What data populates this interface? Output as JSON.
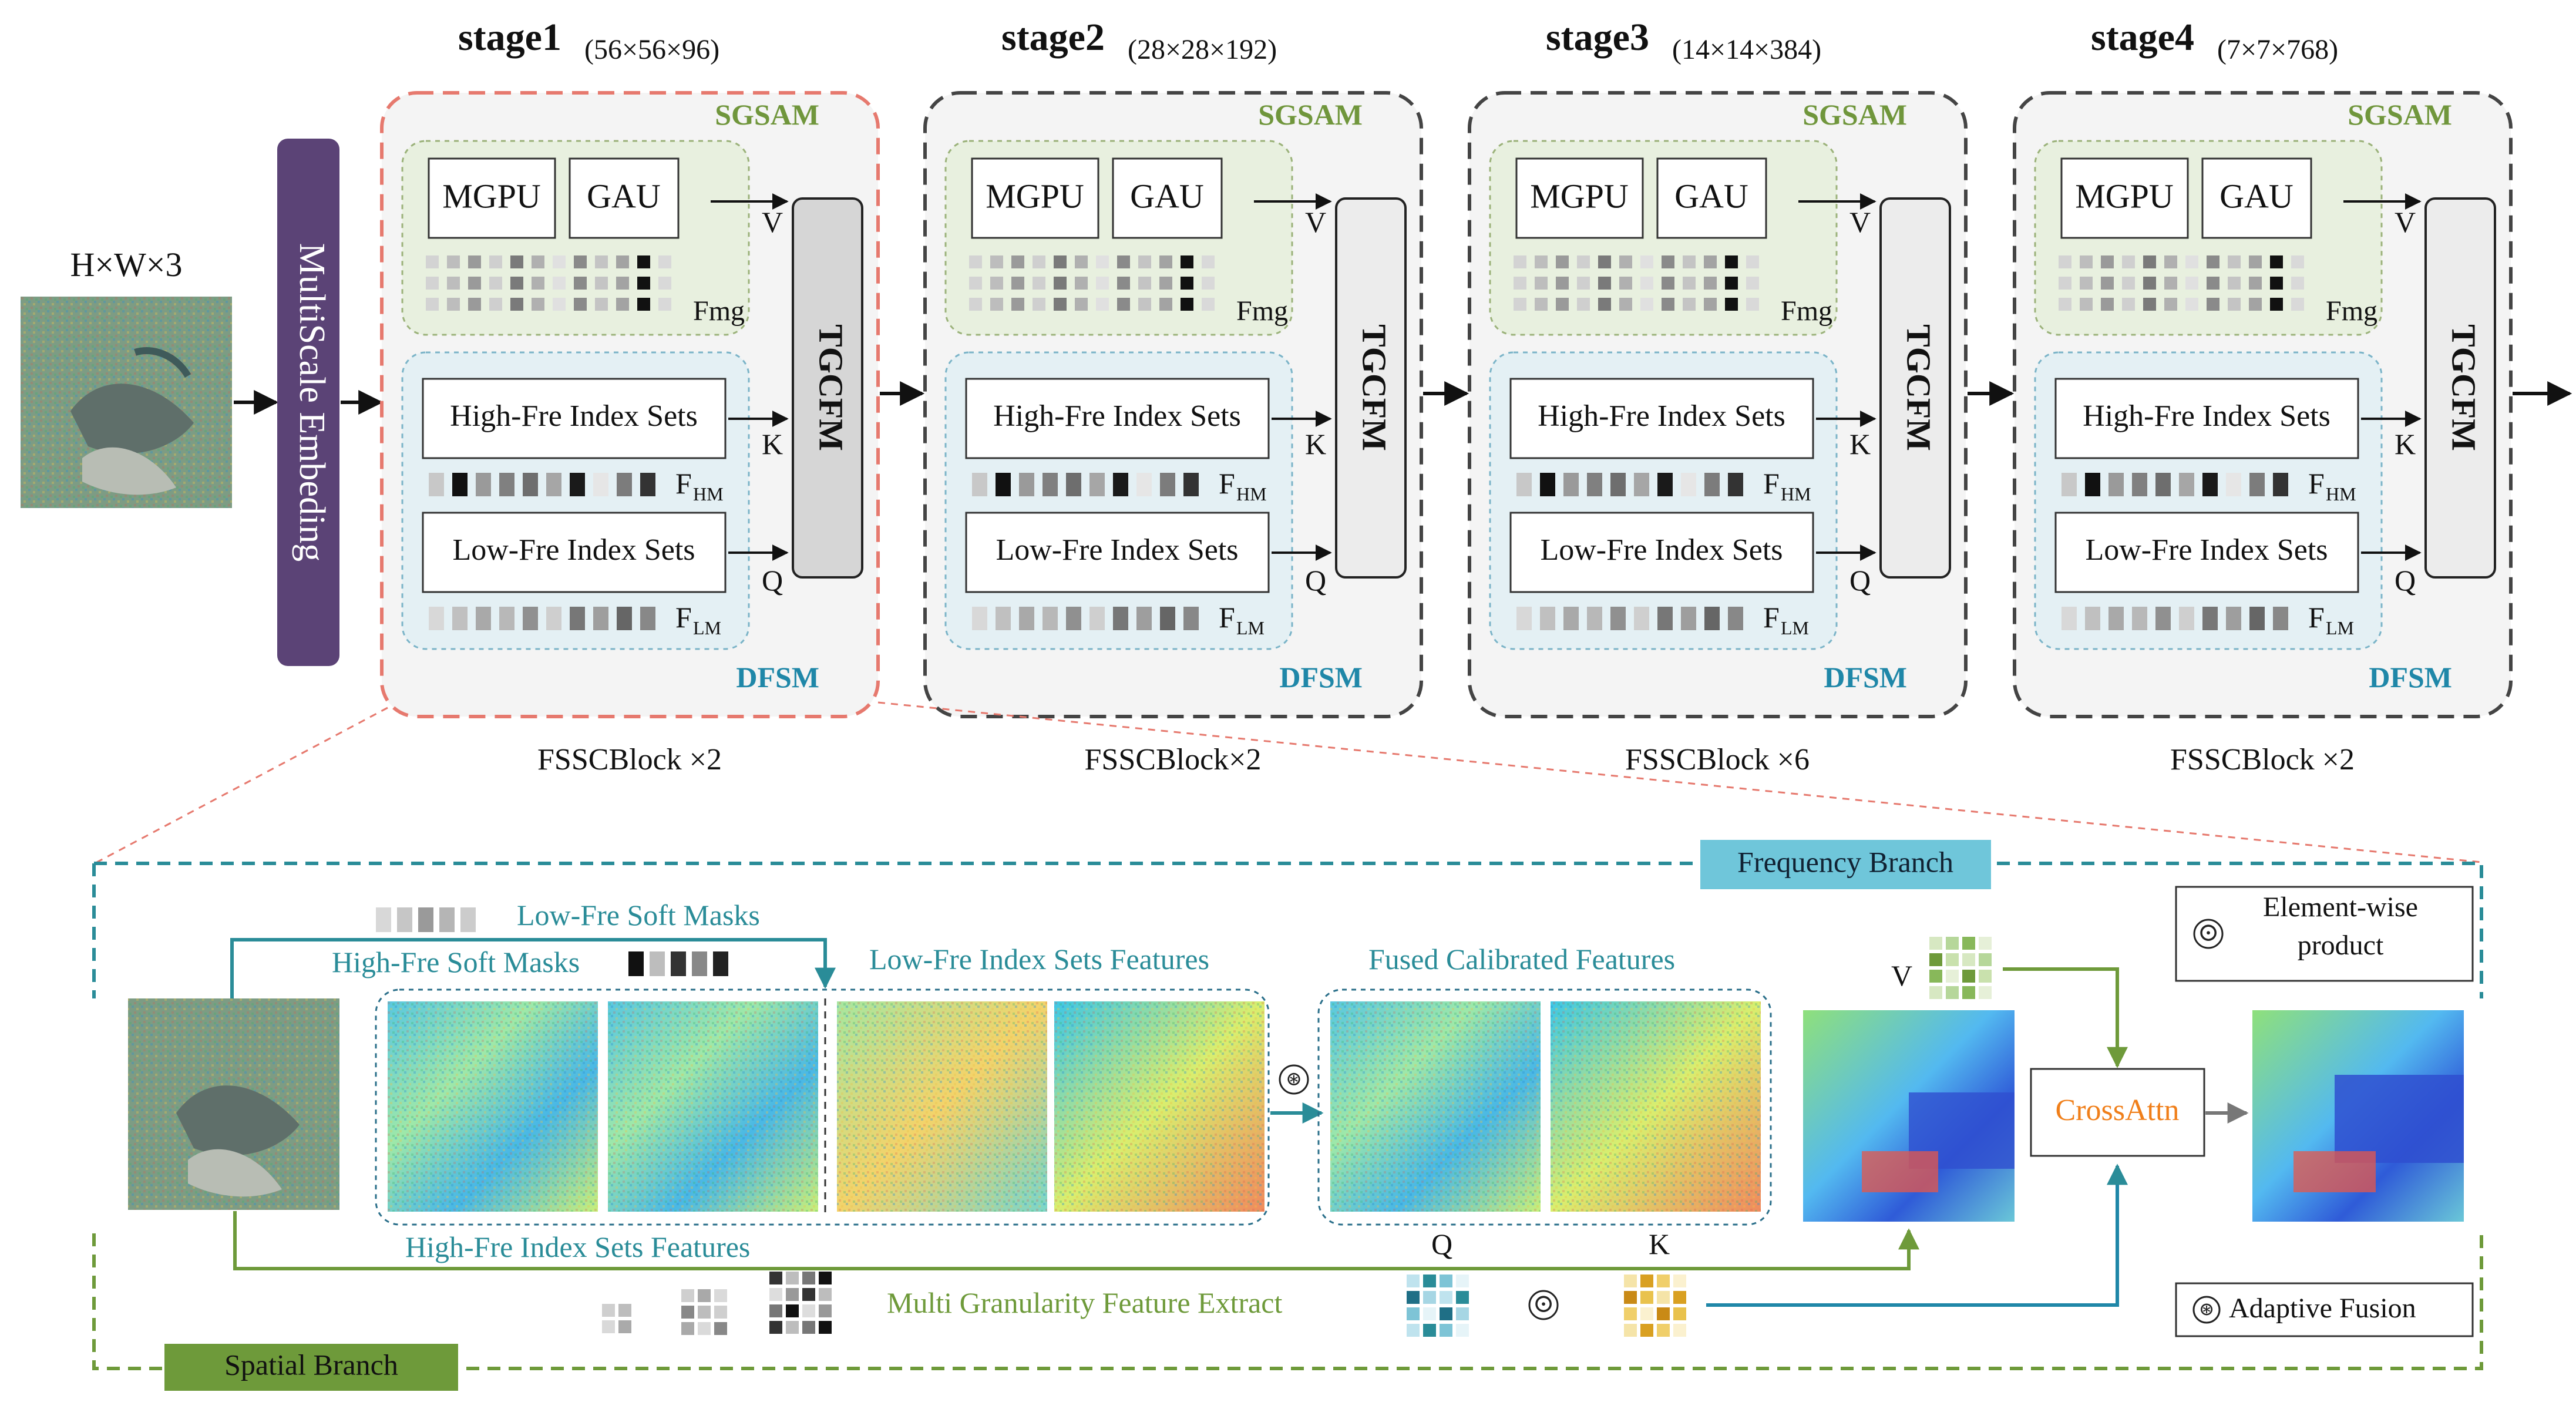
{
  "input": {
    "dims": "H×W×3"
  },
  "embed": {
    "label": "MultiScale Embeding"
  },
  "stages": [
    {
      "title": "stage1",
      "shape": "(56×56×96)",
      "block": "FSSCBlock ×2"
    },
    {
      "title": "stage2",
      "shape": "(28×28×192)",
      "block": "FSSCBlock×2"
    },
    {
      "title": "stage3",
      "shape": "(14×14×384)",
      "block": "FSSCBlock ×6"
    },
    {
      "title": "stage4",
      "shape": "(7×7×768)",
      "block": "FSSCBlock ×2"
    }
  ],
  "stage_parts": {
    "sgsam": "SGSAM",
    "dfsm": "DFSM",
    "mgpu": "MGPU",
    "gau": "GAU",
    "tgcfm": "TGCFM",
    "high_fre": "High-Fre Index Sets",
    "low_fre": "Low-Fre Index Sets",
    "v": "V",
    "k": "K",
    "q": "Q",
    "fmg": "Fmg",
    "fhm": "F",
    "fhm_sub": "HM",
    "flm": "F",
    "flm_sub": "LM"
  },
  "detail": {
    "frequency_branch": "Frequency Branch",
    "spatial_branch": "Spatial Branch",
    "low_soft_masks": "Low-Fre Soft Masks",
    "high_soft_masks": "High-Fre Soft Masks",
    "low_index_features": "Low-Fre Index Sets Features",
    "fused_features": "Fused Calibrated Features",
    "high_index_features": "High-Fre Index Sets Features",
    "multi_granularity": "Multi Granularity Feature Extract",
    "crossattn": "CrossAttn",
    "v": "V",
    "q": "Q",
    "k": "K",
    "legend_elementwise": "Element-wise product",
    "legend_elementwise_1": "Element-wise",
    "legend_elementwise_2": "product",
    "legend_adaptive": "Adaptive Fusion",
    "odot": "⊙",
    "ast": "⊛"
  },
  "colors": {
    "sgsam_green": "#70963c",
    "dfsm_blue": "#1f87a8",
    "embed_purple": "#5b4376",
    "stage1_border": "#e6796e",
    "freq_teal": "#2a8c98",
    "spatial_green": "#6e9a3a",
    "cross_orange": "#f07f1a",
    "banner_blue": "#6fc6da",
    "banner_green": "#6e9a3a"
  }
}
